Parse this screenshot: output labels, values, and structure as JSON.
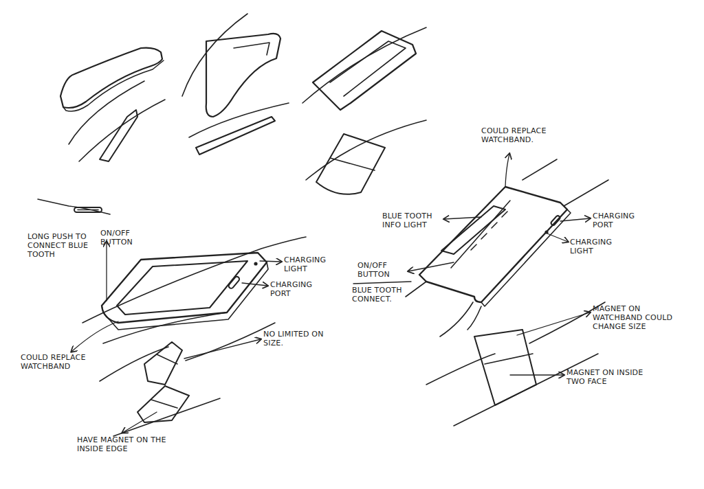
{
  "diagram": {
    "labels": [
      "LONG PUSH TO CONNECT BLUE TOOTH",
      "ON/OFF BUTTON",
      "CHARGING LIGHT",
      "CHARGING PORT",
      "COULD REPLACE WATCHBAND",
      "NO LIMITED ON SIZE.",
      "HAVE MAGNET ON THE INSIDE EDGE",
      "COULD REPLACE WATCHBAND.",
      "BLUE TOOTH INFO LIGHT",
      "CHARGING PORT",
      "CHARGING LIGHT",
      "ON/OFF BUTTON",
      "BLUE TOOTH CONNECT.",
      "MAGNET ON WATCHBAND COULD CHANGE SIZE",
      "MAGNET ON INSIDE TWO FACE"
    ]
  }
}
